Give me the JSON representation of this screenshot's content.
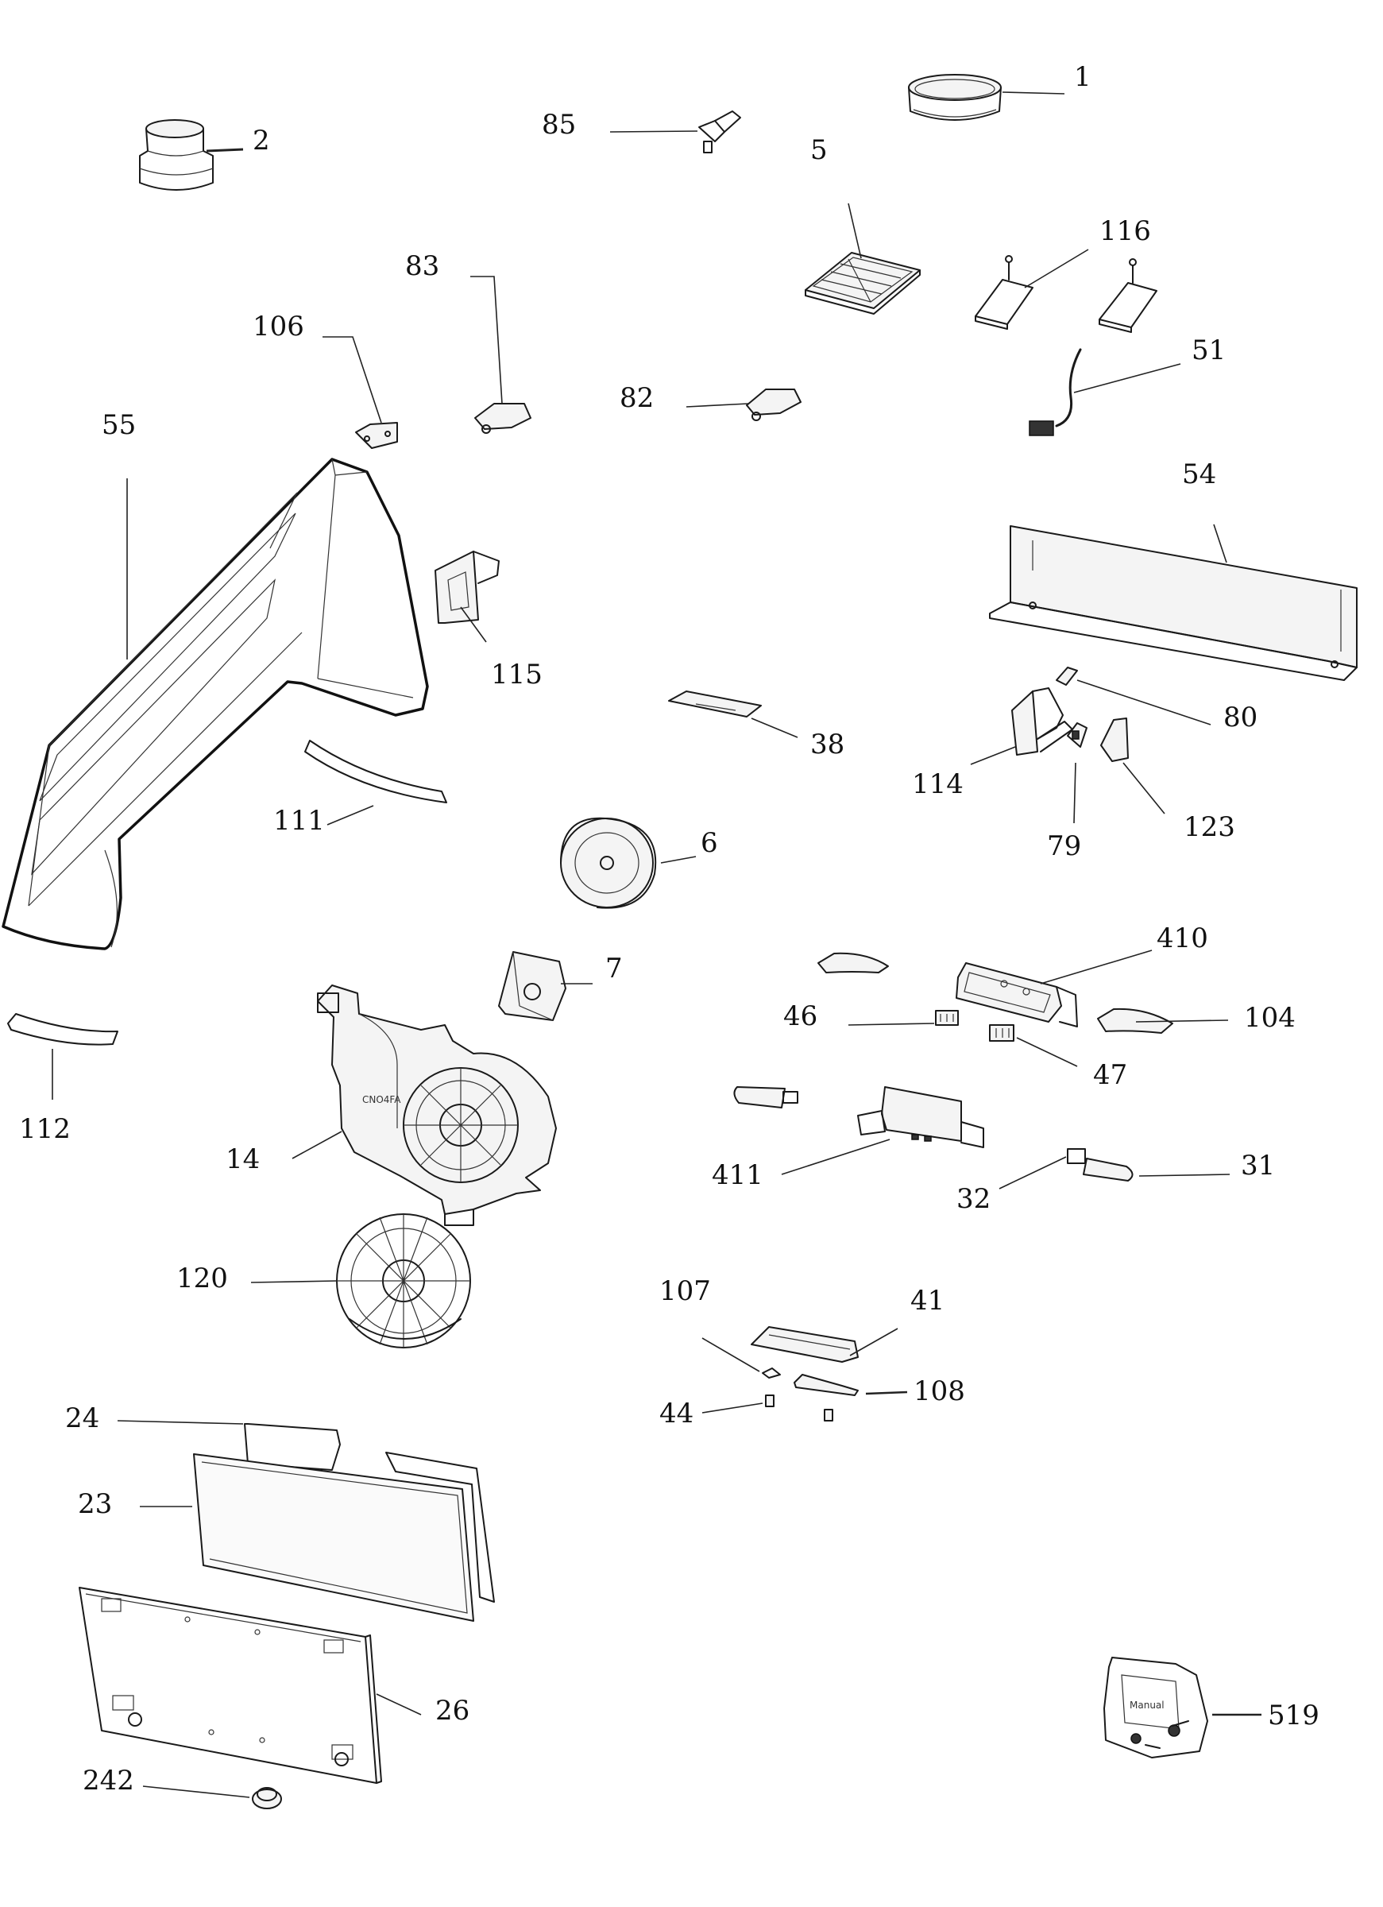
{
  "labels": {
    "l1": "1",
    "l2": "2",
    "l85": "85",
    "l5": "5",
    "l116": "116",
    "l83": "83",
    "l106": "106",
    "l51": "51",
    "l82": "82",
    "l55": "55",
    "l54": "54",
    "l115": "115",
    "l38": "38",
    "l80": "80",
    "l114": "114",
    "l111": "111",
    "l79": "79",
    "l123": "123",
    "l6": "6",
    "l410": "410",
    "l7": "7",
    "l46": "46",
    "l104": "104",
    "l47": "47",
    "l112": "112",
    "l14": "14",
    "l411": "411",
    "l31": "31",
    "l32": "32",
    "l120": "120",
    "l107": "107",
    "l41": "41",
    "l108": "108",
    "l44": "44",
    "l24": "24",
    "l23": "23",
    "l26": "26",
    "l242": "242",
    "l519": "519"
  },
  "part_text": {
    "manual": "Manual",
    "motor_housing": "CNO4FA"
  },
  "colors": {
    "line": "#1a1a1a",
    "background": "#ffffff"
  }
}
